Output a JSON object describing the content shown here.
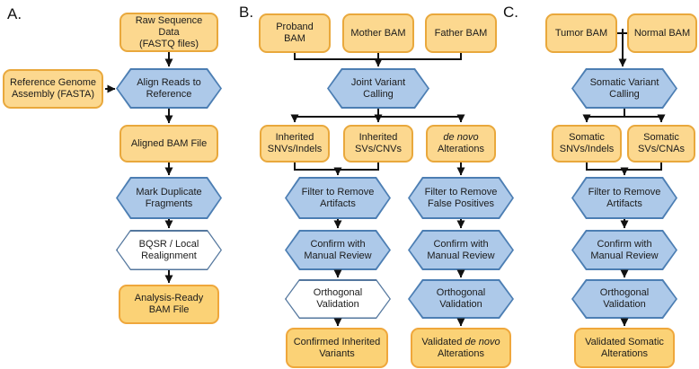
{
  "colors": {
    "data_fill": "#FCD88F",
    "data_border": "#E9A83C",
    "result_fill": "#FBD276",
    "result_border": "#EFA73B",
    "process_fill": "#ADC9E9",
    "process_border": "#4C7EB3",
    "optional_fill": "#FFFFFF",
    "optional_border": "#54779E",
    "connector": "#111111",
    "background": "#FFFFFF"
  },
  "panel_a": {
    "label": "A.",
    "raw_seq": {
      "line1": "Raw Sequence Data",
      "line2": "(FASTQ files)"
    },
    "ref_genome": {
      "line1": "Reference Genome",
      "line2": "Assembly (FASTA)"
    },
    "align_reads": {
      "line1": "Align Reads to",
      "line2": "Reference"
    },
    "aligned_bam": {
      "line1": "Aligned BAM File"
    },
    "mark_dup": {
      "line1": "Mark Duplicate",
      "line2": "Fragments"
    },
    "bqsr": {
      "line1": "BQSR / Local",
      "line2": "Realignment"
    },
    "analysis_ready": {
      "line1": "Analysis-Ready",
      "line2": "BAM File"
    }
  },
  "panel_b": {
    "label": "B.",
    "proband": {
      "line1": "Proband BAM"
    },
    "mother": {
      "line1": "Mother BAM"
    },
    "father": {
      "line1": "Father BAM"
    },
    "joint_calling": {
      "line1": "Joint Variant",
      "line2": "Calling"
    },
    "inherited_snvs": {
      "line1": "Inherited",
      "line2": "SNVs/Indels"
    },
    "inherited_svs": {
      "line1": "Inherited",
      "line2": "SVs/CNVs"
    },
    "de_novo": {
      "line1_italic": "de novo",
      "line2": "Alterations"
    },
    "filter_artifacts": {
      "line1": "Filter to Remove",
      "line2": "Artifacts"
    },
    "filter_false_positives": {
      "line1": "Filter to Remove",
      "line2": "False Positives"
    },
    "confirm_left": {
      "line1": "Confirm with",
      "line2": "Manual Review"
    },
    "confirm_right": {
      "line1": "Confirm with",
      "line2": "Manual Review"
    },
    "orthogonal_left": {
      "line1": "Orthogonal",
      "line2": "Validation"
    },
    "orthogonal_right": {
      "line1": "Orthogonal",
      "line2": "Validation"
    },
    "confirmed_inherited": {
      "line1": "Confirmed Inherited",
      "line2": "Variants"
    },
    "validated_de_novo": {
      "pre": "Validated",
      "italic": "de novo",
      "line2": "Alterations"
    }
  },
  "panel_c": {
    "label": "C.",
    "tumor": {
      "line1": "Tumor BAM"
    },
    "normal": {
      "line1": "Normal BAM"
    },
    "somatic_calling": {
      "line1": "Somatic Variant",
      "line2": "Calling"
    },
    "somatic_snvs": {
      "line1": "Somatic",
      "line2": "SNVs/Indels"
    },
    "somatic_svs": {
      "line1": "Somatic",
      "line2": "SVs/CNAs"
    },
    "filter_artifacts": {
      "line1": "Filter to Remove",
      "line2": "Artifacts"
    },
    "confirm": {
      "line1": "Confirm with",
      "line2": "Manual Review"
    },
    "orthogonal": {
      "line1": "Orthogonal",
      "line2": "Validation"
    },
    "validated_somatic": {
      "line1": "Validated Somatic",
      "line2": "Alterations"
    }
  }
}
